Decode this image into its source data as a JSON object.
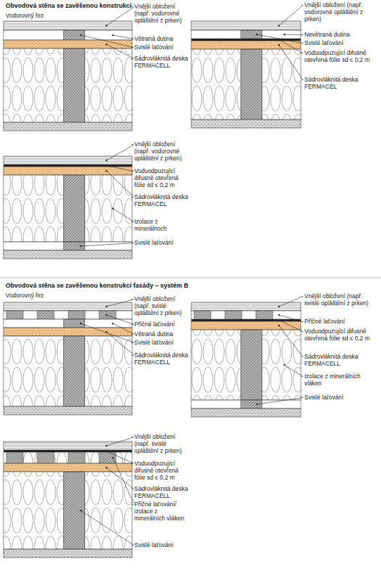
{
  "diagram": {
    "labels": [
      "Obvodová stěna se zavěšenou konstrukcí fasády – systém A",
      "Vodorovný řez",
      "Vnější obložení (např. vodorovné opláštění z prken)",
      "Větraná dutina",
      "Svislé laťování",
      "Sádrovláknitá deska FERMACELL",
      "Vnější obložení (např. vodorovné opláštění z prken)",
      "Nevětraná dutina",
      "Svislé laťování",
      "Voduodpuzující difusně otevřená fólie sd ≤ 0,2 m",
      "Sádrovláknitá deska FERMACEL",
      "Vnější obložení (např. vodorovné opláštění z prken)",
      "Voduodpuzující difusně otevřená fólie sd ≤ 0,2 m",
      "Sádrovláknitá deska FERMACEL",
      "Izolace z minerálnoch",
      "Svislé laťování",
      "Obvodová stěna se zavěšenou konstrukcí fasády – systém B",
      "Vodorovný řez",
      "Vnější obložení (např. svislé opláštění z prken)",
      "Příčné laťování",
      "Větraná dutina",
      "Svislé laťování",
      "Sádrovláknitá deska FERMACELL",
      "Vnější obložení (např. svislé opláštění z prken)",
      "Příčné laťování",
      "Voduodpuzující difusně otevřená fólie sd ≤ 0,2 m",
      "Sádrovláknitá deska FERMACELL",
      "Izolace z minerálních vláken",
      "Svislé laťování",
      "Vnější obložení (např. svislé opláštění z prken)",
      "Voduodpuzující difusně otevřená fólie sd ≤ 0,2 m",
      "Sádrovláknitá deska FERMACELL",
      "Příčné laťování/ izolace z minerálních vláken",
      "Svislé laťování"
    ]
  }
}
